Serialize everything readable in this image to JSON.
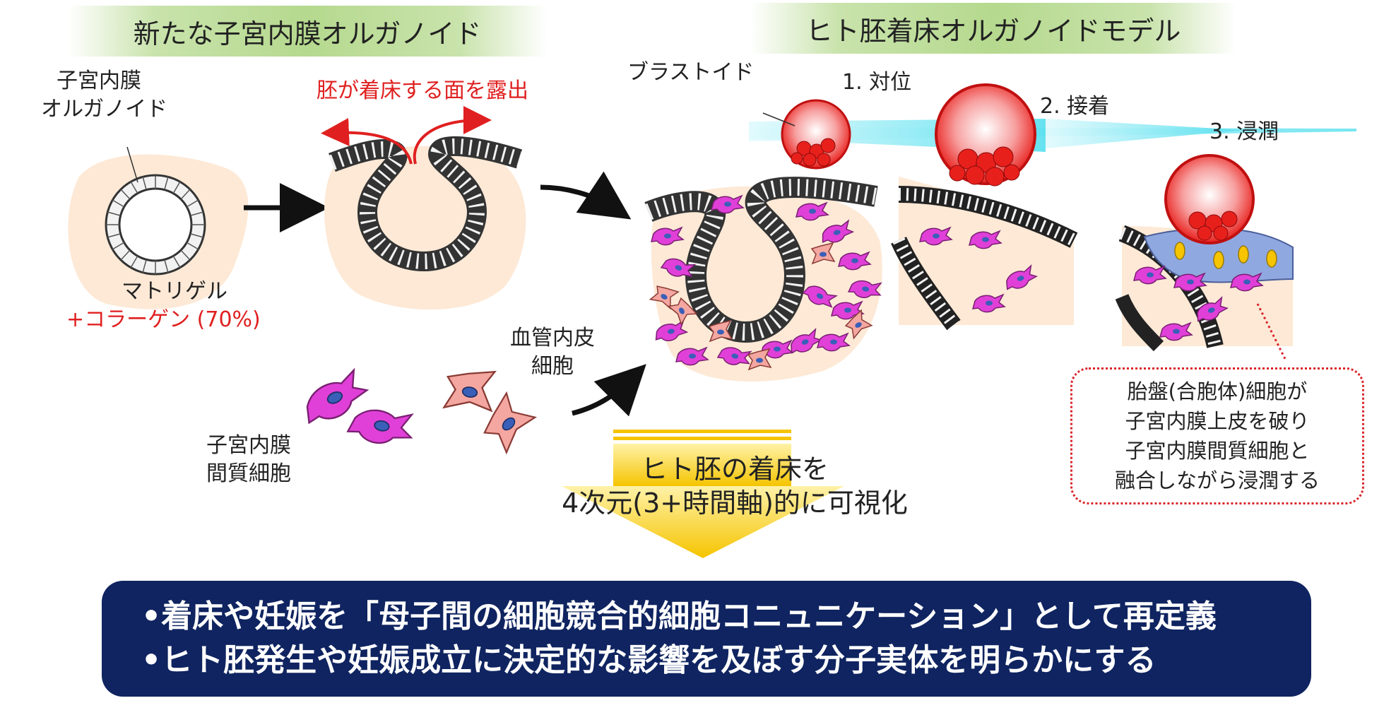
{
  "headers": {
    "left": "新たな子宮内膜オルガノイド",
    "right": "ヒト胚着床オルガノイドモデル"
  },
  "labels": {
    "organoid_line1": "子宮内膜",
    "organoid_line2": "オルガノイド",
    "matrigel": "マトリゲル",
    "collagen": "+コラーゲン (70%)",
    "exposed_surface": "胚が着床する面を露出",
    "blastoid": "ブラストイド",
    "step1": "1. 対位",
    "step2": "2. 接着",
    "step3": "3. 浸潤",
    "endothelial_line1": "血管内皮",
    "endothelial_line2": "細胞",
    "stromal_line1": "子宮内膜",
    "stromal_line2": "間質細胞"
  },
  "callout": {
    "line1": "胎盤(合胞体)細胞が",
    "line2": "子宮内膜上皮を破り",
    "line3": "子宮内膜間質細胞と",
    "line4": "融合しながら浸潤する"
  },
  "visualize": {
    "line1": "ヒト胚の着床を",
    "line2": "4次元(3+時間軸)的に可視化"
  },
  "summary": {
    "bullet1": "•着床や妊娠を「母子間の細胞競合的細胞コニュニケーション」として再定義",
    "bullet2": "•ヒト胚発生や妊娠成立に決定的な影響を及ぼす分子実体を明らかにする"
  },
  "colors": {
    "header_green": "#b5d98e",
    "matrix_beige": "#fde9d6",
    "stromal_magenta": "#e040d8",
    "endothelial_pink": "#f4a7a0",
    "blastoid_red": "#e8201c",
    "syncytium_blue": "#8fa8e0",
    "summary_navy": "#0f2460",
    "arrow_yellow": "#f5c400",
    "accent_red": "#e02020"
  }
}
